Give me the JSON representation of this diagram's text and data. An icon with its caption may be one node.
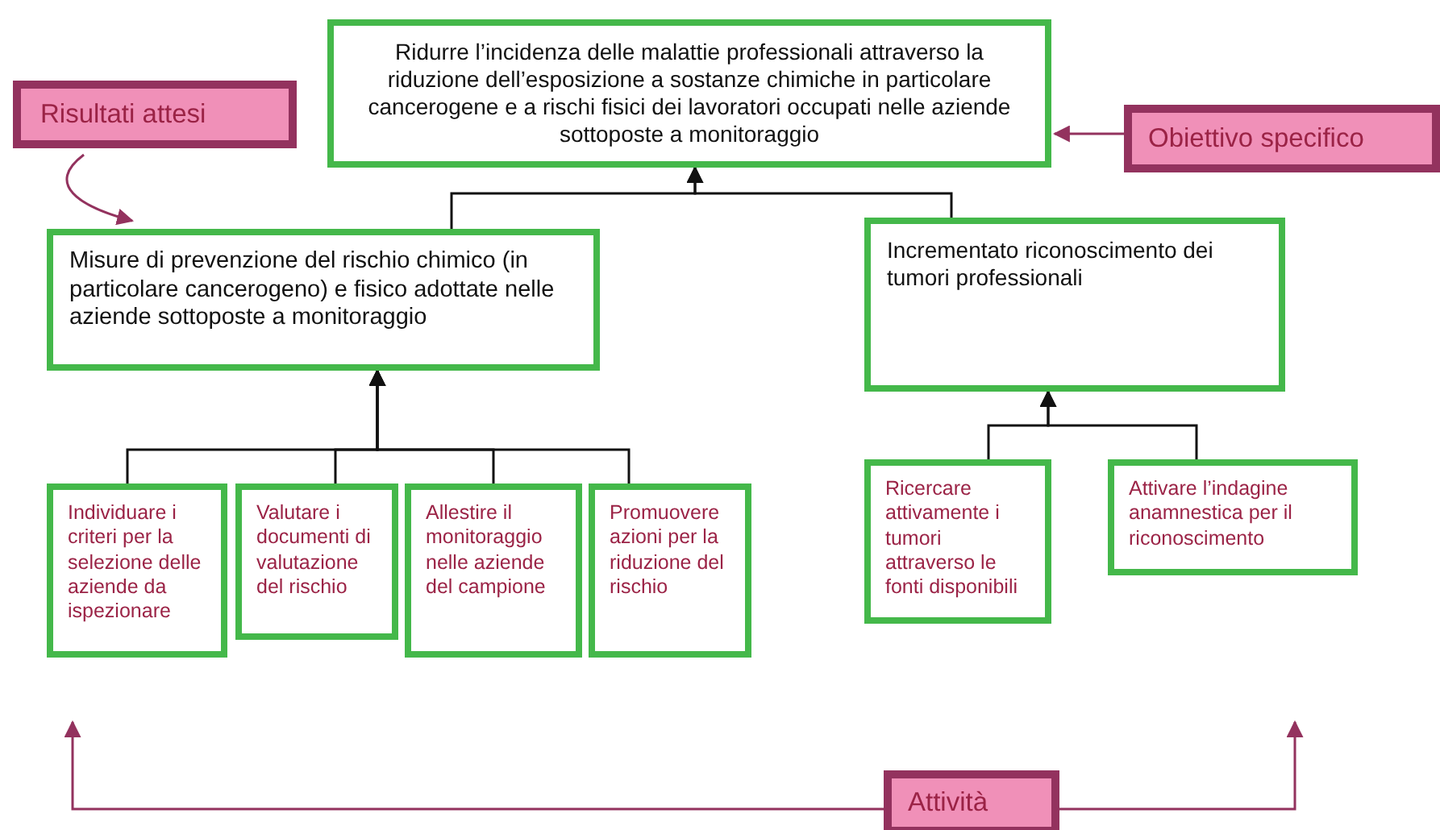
{
  "diagram": {
    "nodes": [
      {
        "text": [
          "Ridurre l’incidenza delle malattie  professionali attraverso la riduzione dell’esposizione a sostanze chimiche in particolare cancerogene e a rischi fisici dei lavoratori occupati nelle aziende sottoposte a monitoraggio"
        ]
      },
      {
        "text": [
          "Risultati attesi"
        ]
      },
      {
        "text": [
          "Obiettivo specifico"
        ]
      },
      {
        "text": [
          "Misure di prevenzione del rischio chimico (in particolare cancerogeno) e fisico adottate nelle aziende sottoposte a monitoraggio"
        ]
      },
      {
        "text": [
          "Incrementato riconoscimento dei tumori professionali"
        ]
      },
      {
        "text": [
          "Individuare i criteri per la selezione delle aziende da ispezionare"
        ]
      },
      {
        "text": [
          "Valutare i documenti di valutazione del rischio"
        ]
      },
      {
        "text": [
          "Allestire il monitoraggio nelle aziende del campione"
        ]
      },
      {
        "text": [
          "Promuovere azioni per la riduzione del rischio"
        ]
      },
      {
        "text": [
          "Ricercare attivamente i tumori attraverso le fonti disponibili"
        ]
      },
      {
        "text": [
          "Attivare l’indagine anamnestica per il riconoscimento"
        ]
      },
      {
        "text": [
          "Attività"
        ]
      }
    ],
    "edges": [
      {
        "from": 3,
        "to": 0,
        "arrow": "to"
      },
      {
        "from": 4,
        "to": 0,
        "arrow": "to"
      },
      {
        "from": 5,
        "to": 3,
        "arrow": "to"
      },
      {
        "from": 6,
        "to": 3,
        "arrow": "to"
      },
      {
        "from": 7,
        "to": 3,
        "arrow": "to"
      },
      {
        "from": 8,
        "to": 3,
        "arrow": "to"
      },
      {
        "from": 9,
        "to": 4,
        "arrow": "to"
      },
      {
        "from": 10,
        "to": 4,
        "arrow": "to"
      },
      {
        "from": 1,
        "to": 3,
        "arrow": "to",
        "color": "#93325e"
      },
      {
        "from": 2,
        "to": 0,
        "arrow": "to",
        "color": "#93325e"
      },
      {
        "from": 11,
        "to": null,
        "arrow": "to",
        "color": "#93325e"
      },
      {
        "from": 11,
        "to": null,
        "arrow": "to",
        "color": "#93325e"
      }
    ]
  }
}
